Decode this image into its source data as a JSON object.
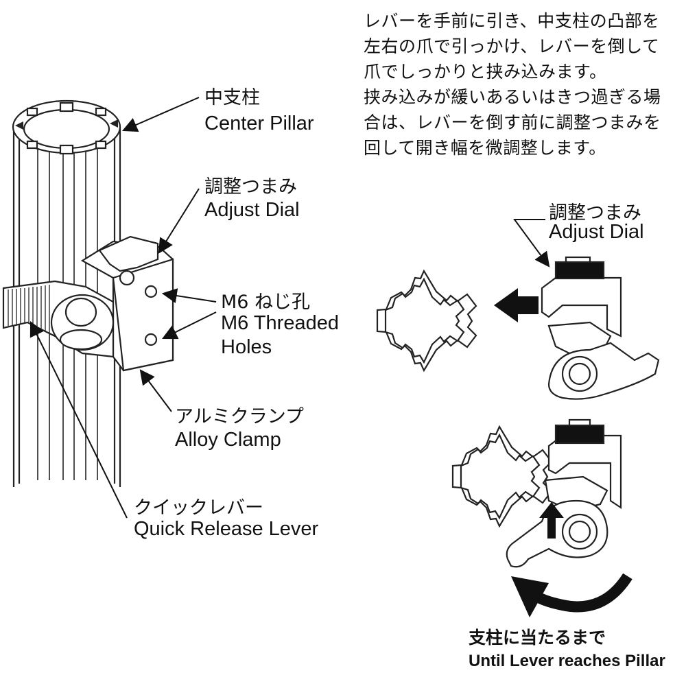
{
  "instructions": [
    "レバーを手前に引き、中支柱の凸部を",
    "左右の爪で引っかけ、レバーを倒して",
    "爪でしっかりと挟み込みます。",
    "挟み込みが緩いあるいはきつ過ぎる場",
    "合は、レバーを倒す前に調整つまみを",
    "回して開き幅を微調整します。"
  ],
  "labels": {
    "center_pillar_jp": "中支柱",
    "center_pillar_en": "Center Pillar",
    "adjust_dial_jp": "調整つまみ",
    "adjust_dial_en": "Adjust Dial",
    "m6_holes_jp": "M6 ねじ孔",
    "m6_holes_en_1": "M6 Threaded",
    "m6_holes_en_2": "Holes",
    "alloy_clamp_jp": "アルミクランプ",
    "alloy_clamp_en": "Alloy Clamp",
    "quick_lever_jp": "クイックレバー",
    "quick_lever_en": "Quick Release Lever",
    "right_adjust_dial_jp": "調整つまみ",
    "right_adjust_dial_en": "Adjust Dial",
    "until_jp": "支柱に当たるまで",
    "until_en": "Until Lever reaches Pillar"
  },
  "colors": {
    "line": "#222222",
    "fill": "#ffffff",
    "dark": "#111111"
  }
}
